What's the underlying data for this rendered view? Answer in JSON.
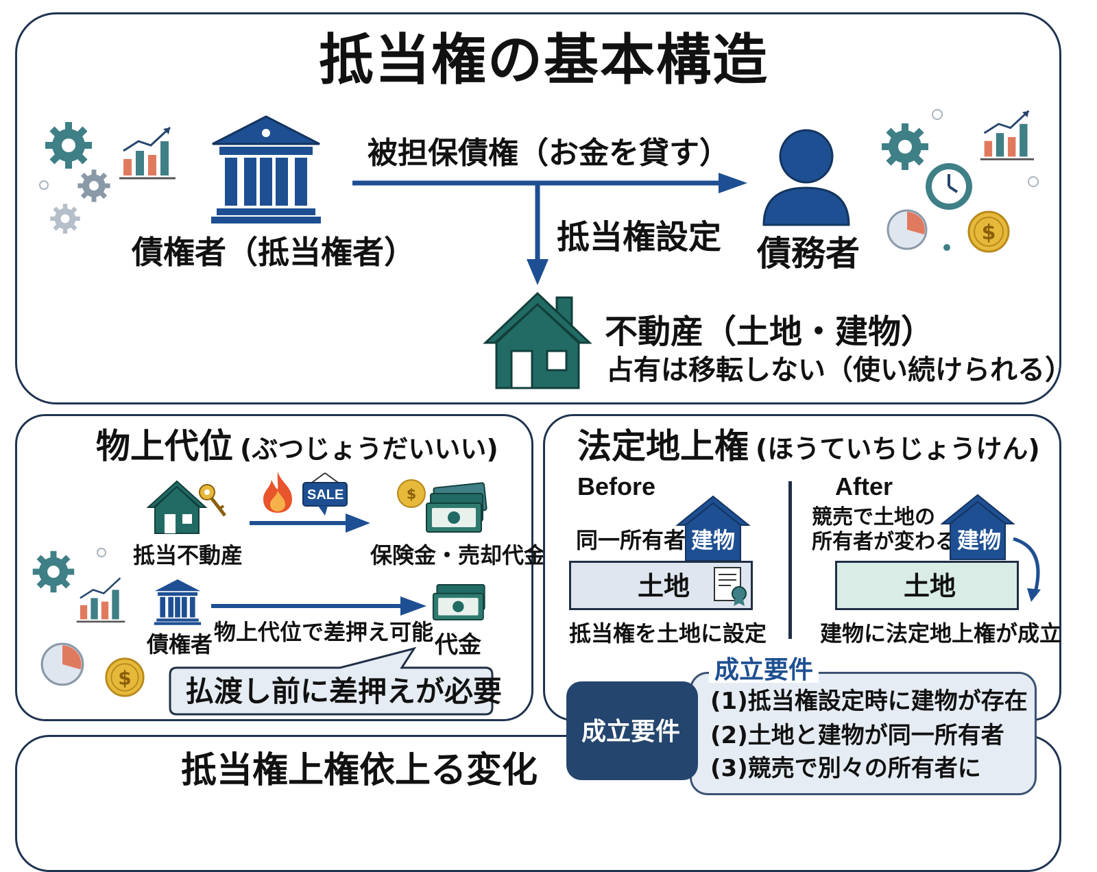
{
  "colors": {
    "navy": "#1e4f92",
    "teal": "#226b65",
    "border": "#1f3350",
    "land_fill": "#dfe6ef",
    "land_fill_after": "#d9ece6",
    "badge": "#24456d",
    "gold": "#e6b93a",
    "fire": "#e8542b"
  },
  "top": {
    "title": "抵当権の基本構造",
    "creditor_label": "債権者（抵当権者）",
    "debtor_label": "債務者",
    "claim_label": "被担保債権（お金を貸す）",
    "mortgage_setting_label": "抵当権設定",
    "property_label": "不動産（土地・建物）",
    "property_note": "占有は移転しない（使い続けられる）"
  },
  "subrogation": {
    "title": "物上代位",
    "title_reading": "(ぶつじょうだいいい)",
    "sale_tag": "SALE",
    "mortgaged_property_label": "抵当不動産",
    "proceeds_label": "保険金・売却代金",
    "creditor_label": "債権者",
    "seizure_label": "物上代位で差押え可能",
    "price_label": "代金",
    "callout": "払渡し前に差押えが必要"
  },
  "statutory": {
    "title": "法定地上権",
    "title_reading": "(ほうていちじょうけん)",
    "before_label": "Before",
    "after_label": "After",
    "same_owner_label": "同一所有者",
    "building_label": "建物",
    "land_label": "土地",
    "before_caption": "抵当権を土地に設定",
    "auction_note_line1": "競売で土地の",
    "auction_note_line2": "所有者が変わる",
    "building_label_after": "建物",
    "land_label_after": "土地",
    "after_caption": "建物に法定地上権が成立"
  },
  "requirements": {
    "heading": "成立要件",
    "badge": "成立要件",
    "items": [
      "(1)抵当権設定時に建物が存在",
      "(2)土地と建物が同一所有者",
      "(3)競売で別々の所有者に"
    ]
  },
  "bottom": {
    "title": "抵当権上権依上る変化"
  },
  "icons": [
    "gear-icon",
    "bar-chart-icon",
    "bank-icon",
    "person-icon",
    "house-icon",
    "clock-icon",
    "coin-icon",
    "pie-chart-icon",
    "key-icon",
    "fire-icon",
    "sale-tag-icon",
    "cash-icon",
    "certificate-icon"
  ]
}
